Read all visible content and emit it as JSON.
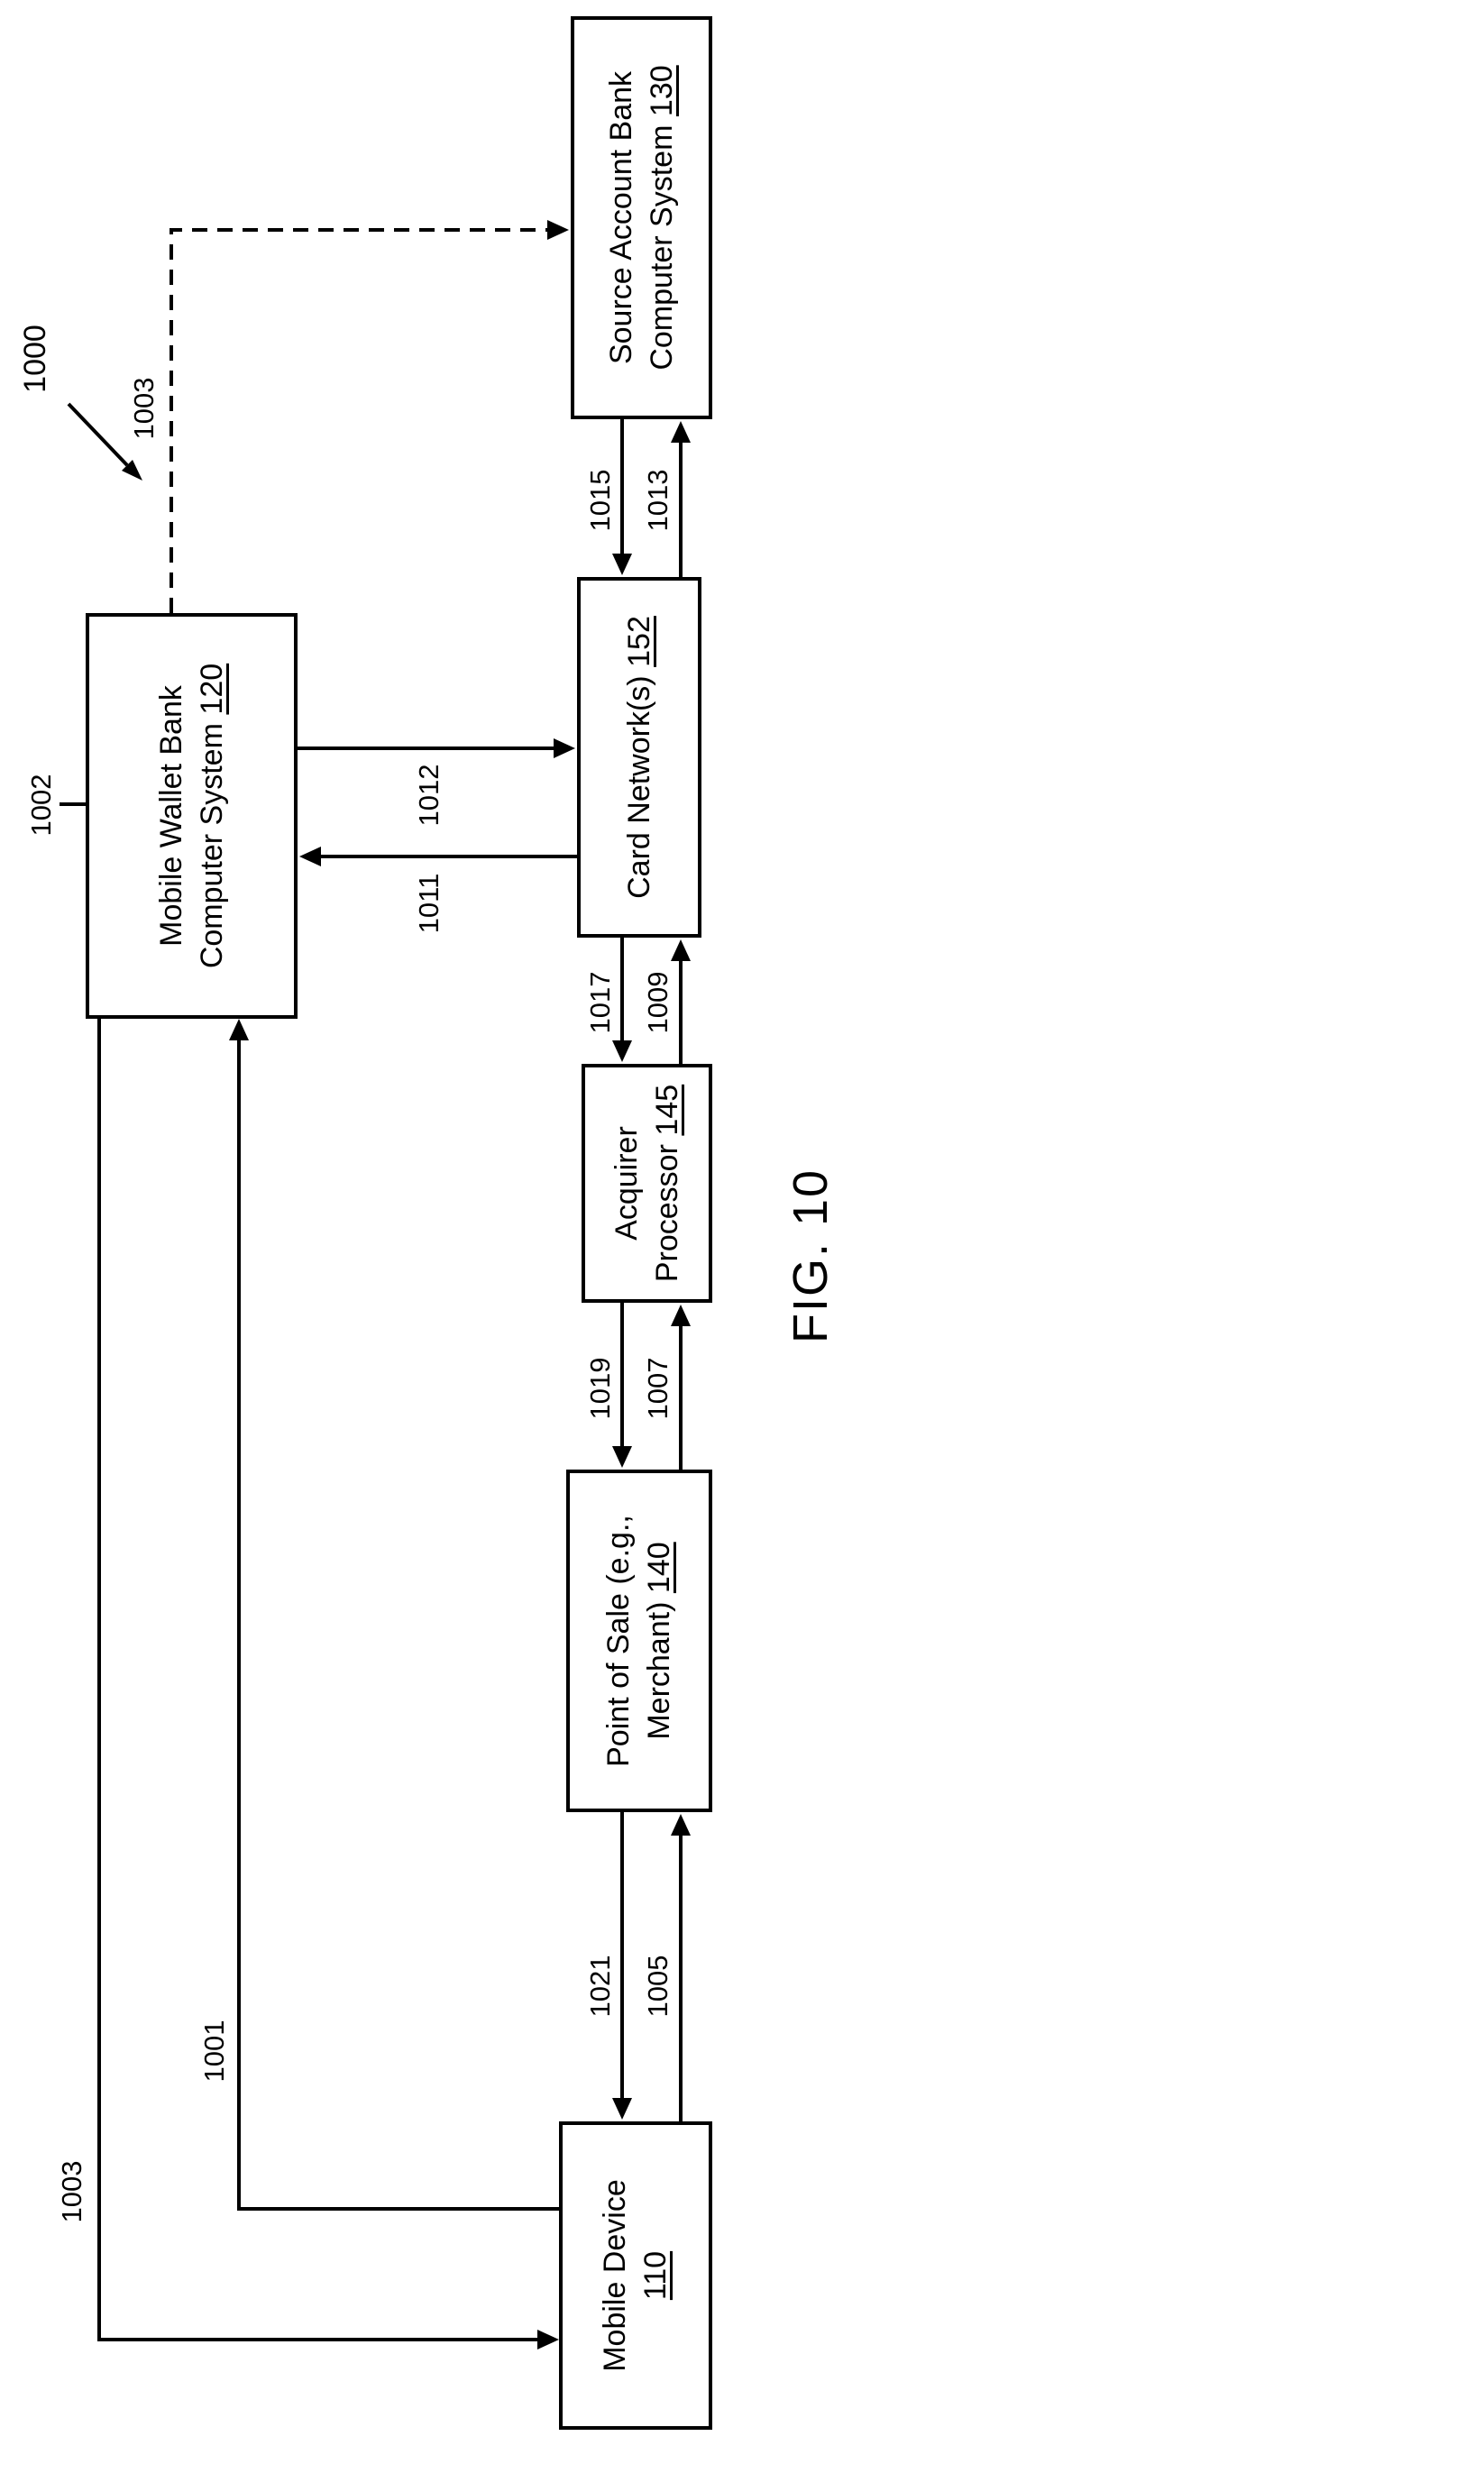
{
  "figure": {
    "label": "FIG. 10",
    "system_ref": "1000"
  },
  "boxes": {
    "mobile_device": {
      "line1": "Mobile Device",
      "ref": "110"
    },
    "pos": {
      "line1": "Point of Sale (e.g.,",
      "line2": "Merchant)",
      "ref": "140"
    },
    "acquirer": {
      "line1": "Acquirer",
      "line2": "Processor",
      "ref": "145"
    },
    "card_network": {
      "line1": "Card Network(s)",
      "ref": "152"
    },
    "source_bank": {
      "line1": "Source Account Bank",
      "line2": "Computer System",
      "ref": "130"
    },
    "wallet_bank": {
      "line1": "Mobile Wallet Bank",
      "line2": "Computer System",
      "ref": "120",
      "outer_ref": "1002"
    }
  },
  "flow_labels": {
    "f1001": "1001",
    "f1003_to_device": "1003",
    "f1003_to_source": "1003",
    "f1005": "1005",
    "f1007": "1007",
    "f1009": "1009",
    "f1011": "1011",
    "f1012": "1012",
    "f1013": "1013",
    "f1015": "1015",
    "f1017": "1017",
    "f1019": "1019",
    "f1021": "1021"
  }
}
